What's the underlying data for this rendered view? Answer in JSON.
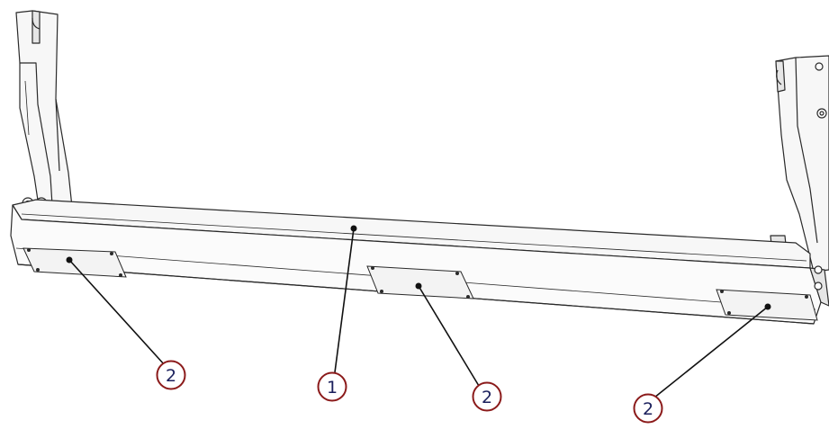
{
  "callouts": [
    {
      "label": "2"
    },
    {
      "label": "1"
    },
    {
      "label": "2"
    },
    {
      "label": "2"
    }
  ],
  "colors": {
    "outline": "#2a2a2a",
    "part_fill": "#f7f7f7",
    "part_shade": "#e6e6e6",
    "callout_ring": "#8b1a1a",
    "callout_text": "#1a1f5c",
    "leader_line": "#111111"
  }
}
